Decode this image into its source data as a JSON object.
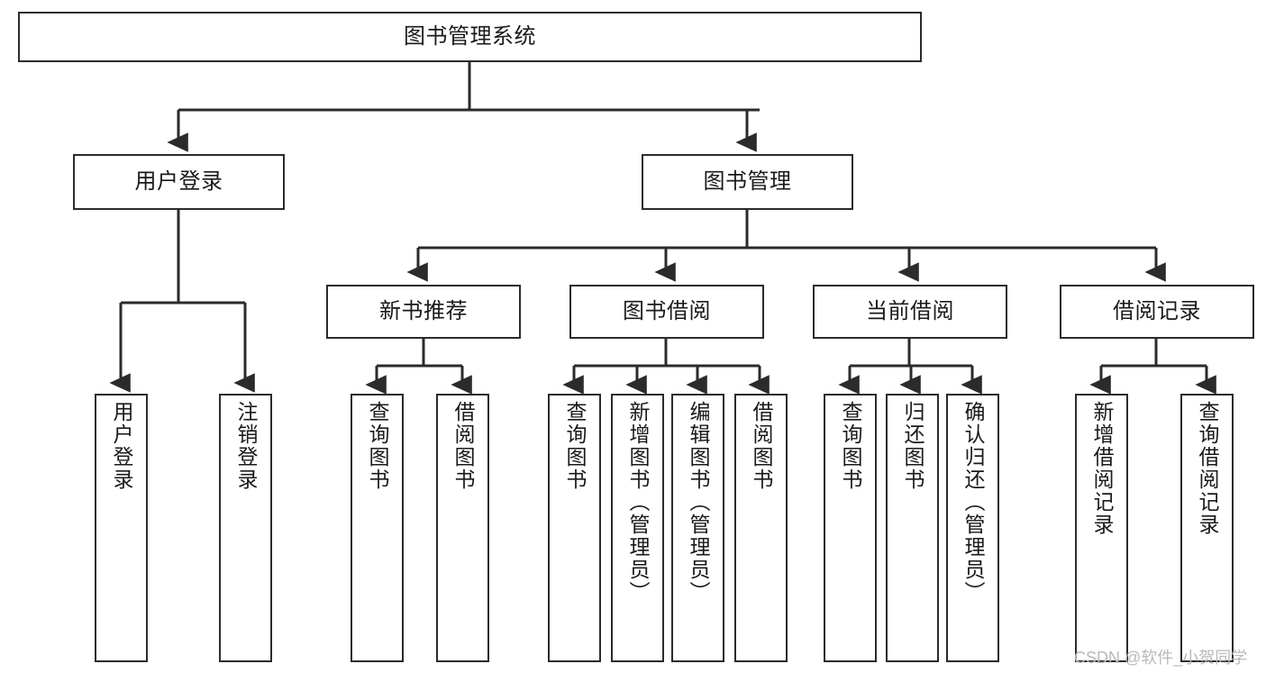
{
  "diagram": {
    "title": "图书管理系统",
    "watermark": "CSDN @软件_小贺同学",
    "colors": {
      "box_border": "#2b2b2b",
      "box_fill": "#ffffff",
      "line": "#2b2b2b",
      "text": "#1a1a1a",
      "background": "#ffffff",
      "watermark": "#b9b9b9"
    },
    "nodes": {
      "root": "图书管理系统",
      "level2": {
        "user_login": "用户登录",
        "book_manage": "图书管理"
      },
      "level3": {
        "new_book_rec": "新书推荐",
        "book_borrow": "图书借阅",
        "current_borrow": "当前借阅",
        "borrow_record": "借阅记录"
      },
      "leaves": {
        "user_login_1": "用户登录",
        "user_login_2": "注销登录",
        "new_book_rec_1": "查询图书",
        "new_book_rec_2": "借阅图书",
        "book_borrow_1": "查询图书",
        "book_borrow_2": "新增图书（管理员）",
        "book_borrow_3": "编辑图书（管理员）",
        "book_borrow_4": "借阅图书",
        "current_borrow_1": "查询图书",
        "current_borrow_2": "归还图书",
        "current_borrow_3": "确认归还（管理员）",
        "borrow_record_1": "新增借阅记录",
        "borrow_record_2": "查询借阅记录"
      }
    }
  }
}
